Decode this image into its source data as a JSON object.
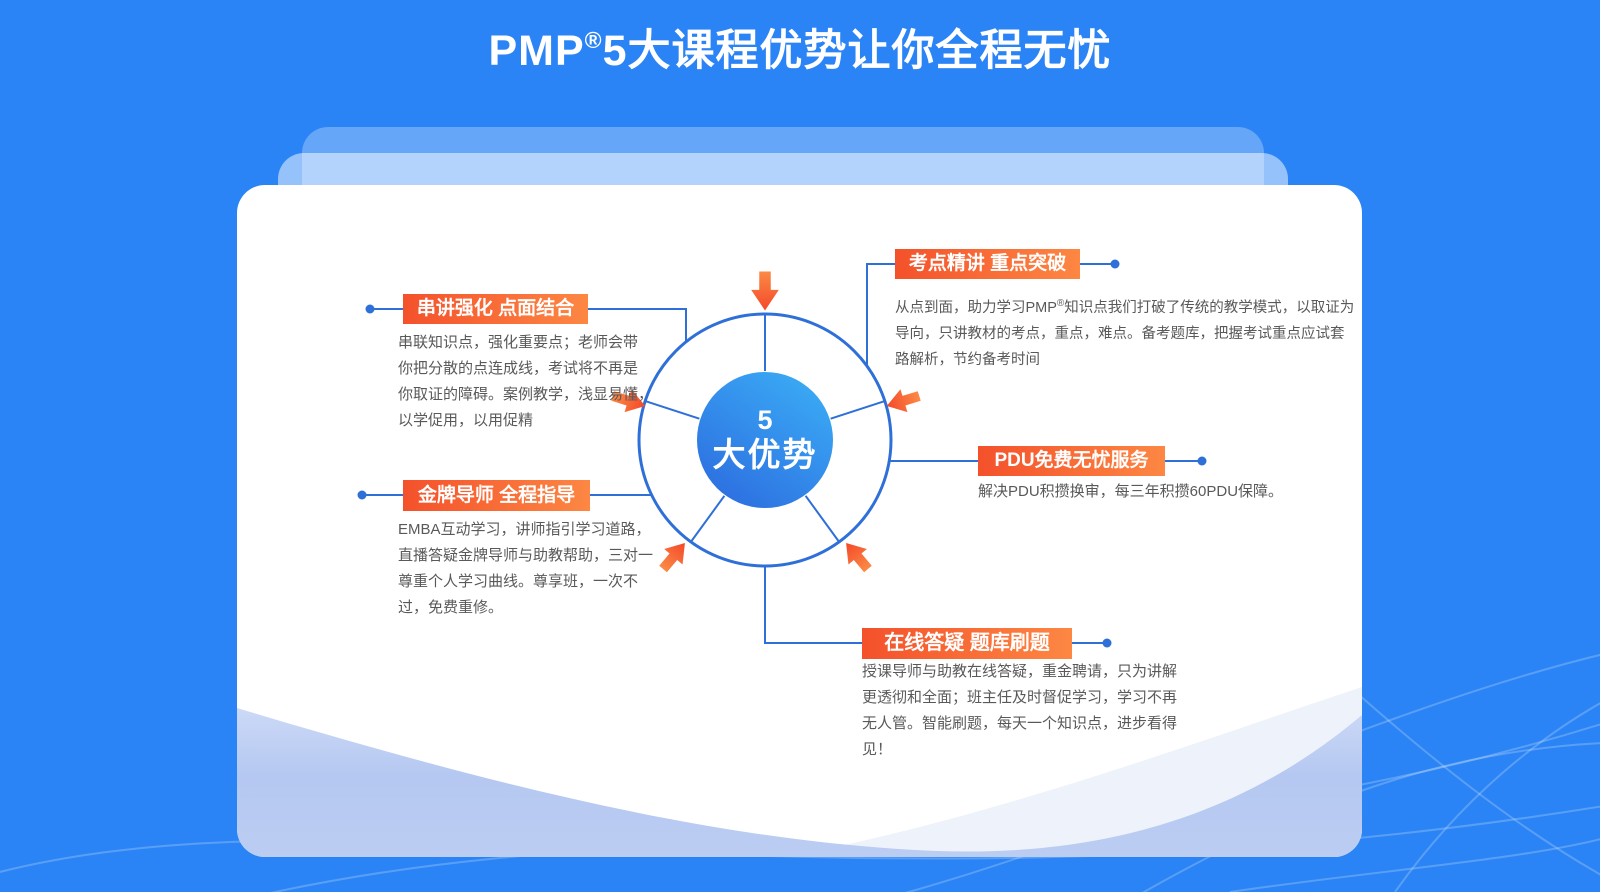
{
  "page": {
    "title": {
      "pre": "PMP",
      "reg": "®",
      "post": "5大课程优势让你全程无忧"
    }
  },
  "center": {
    "line1": "5",
    "line2": "大优势"
  },
  "sections": {
    "left_top": {
      "label": "串讲强化 点面结合",
      "lines": [
        "串联知识点，强化重要点；老师会带",
        "你把分散的点连成线，考试将不再是",
        "你取证的障碍。案例教学，浅显易懂，",
        "以学促用，以用促精"
      ]
    },
    "left_bottom": {
      "label": "金牌导师 全程指导",
      "lines": [
        "EMBA互动学习，讲师指引学习道路，",
        "直播答疑金牌导师与助教帮助，三对一",
        "尊重个人学习曲线。尊享班，一次不",
        "过，免费重修。"
      ]
    },
    "right_top": {
      "label": "考点精讲 重点突破",
      "line1_pre": "从点到面，助力学习PMP",
      "line1_reg": "®",
      "line1_post": "知识点我们打破了传统的教学模式，以取证为",
      "line2": "导向，只讲教材的考点，重点，难点。备考题库，把握考试重点应试套",
      "line3": "路解析，节约备考时间"
    },
    "right_mid": {
      "label": "PDU免费无忧服务",
      "lines": [
        "解决PDU积攒换审，每三年积攒60PDU保障。"
      ]
    },
    "bottom": {
      "label": "在线答疑 题库刷题",
      "lines": [
        "授课导师与助教在线答疑，重金聘请，只为讲解",
        "更透彻和全面；班主任及时督促学习，学习不再",
        "无人管。智能刷题，每天一个知识点，进步看得",
        "见！"
      ]
    }
  },
  "colors": {
    "background_blue": "#2b84f5",
    "accent_orange_start": "#f4512b",
    "accent_orange_end": "#fd8743",
    "diagram_blue": "#2e6fd8",
    "hub_gradient_start": "#3cb1f7",
    "hub_gradient_end": "#2b68de",
    "body_text": "#595959",
    "wave_periwinkle": "#b5c8f1",
    "wave_light": "#eef2fb"
  }
}
